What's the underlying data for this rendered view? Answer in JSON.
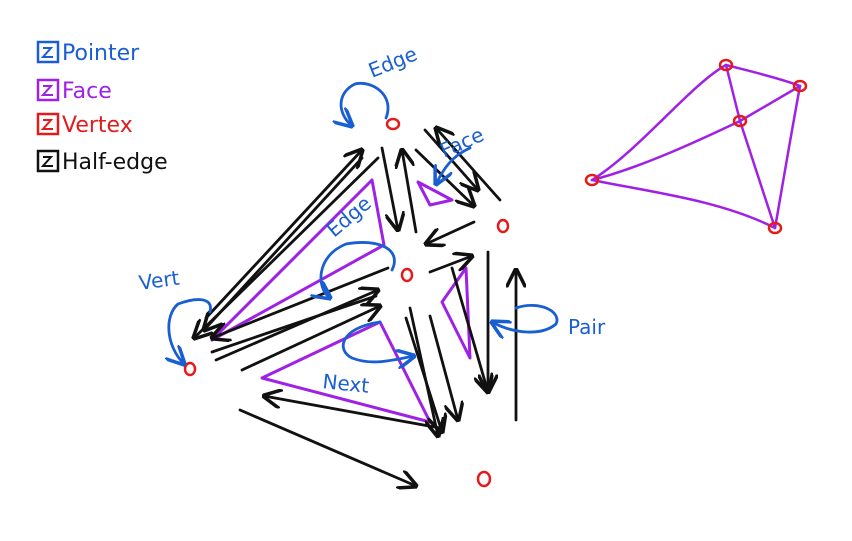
{
  "legend": {
    "items": [
      {
        "label": "Pointer",
        "color": "#1a5fd1"
      },
      {
        "label": "Face",
        "color": "#a021e6"
      },
      {
        "label": "Vertex",
        "color": "#e31b1b"
      },
      {
        "label": "Half-edge",
        "color": "#111111"
      }
    ]
  },
  "annotations": {
    "edge_top": "Edge",
    "face": "Face",
    "edge_mid": "Edge",
    "vert": "Vert",
    "next": "Next",
    "pair": "Pair"
  },
  "colors": {
    "pointer": "#1a5fd1",
    "face": "#a021e6",
    "vertex": "#e31b1b",
    "halfedge": "#111111"
  }
}
